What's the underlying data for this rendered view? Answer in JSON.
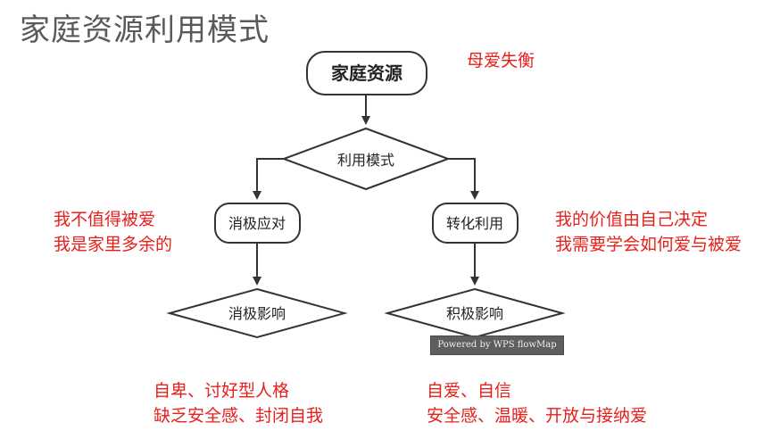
{
  "title": "家庭资源利用模式",
  "nodes": {
    "family_resource": "家庭资源",
    "usage_mode": "利用模式",
    "negative_response": "消极应对",
    "transform_use": "转化利用",
    "negative_impact": "消极影响",
    "positive_impact": "积极影响"
  },
  "notes": {
    "maternal_imbalance": "母爱失衡",
    "left_beliefs": [
      "我不值得被爱",
      "我是家里多余的"
    ],
    "right_beliefs": [
      "我的价值由自己决定",
      "我需要学会如何爱与被爱"
    ],
    "negative_outcomes": [
      "自卑、讨好型人格",
      "缺乏安全感、封闭自我"
    ],
    "positive_outcomes": [
      "自爱、自信",
      "安全感、温暖、开放与接纳爱"
    ]
  },
  "watermark": "Powered by WPS flowMap",
  "colors": {
    "note_red": "#e8201c",
    "title_gray": "#5a5a5a",
    "stroke": "#333333"
  }
}
